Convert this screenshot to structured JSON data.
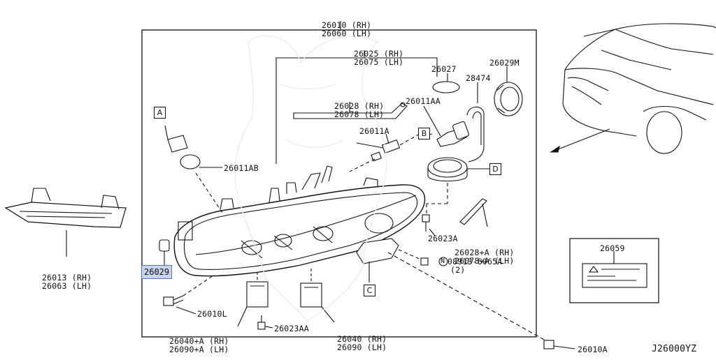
{
  "diagram_code": "J26000YZ",
  "labels": {
    "assembly_top": [
      "26010 (RH)",
      "26060 (LH)"
    ],
    "housing": [
      "26025 (RH)",
      "26075 (LH)"
    ],
    "part_26027": "26027",
    "part_28474": "28474",
    "part_26029M": "26029M",
    "strip_upper": [
      "26028 (RH)",
      "26078 (LH)"
    ],
    "part_26011AA": "26011AA",
    "part_26011A": "26011A",
    "part_26011AB": "26011AB",
    "part_26023A": "26023A",
    "strip_lower": [
      "26028+A (RH)",
      "26078+A (LH)"
    ],
    "part_08913": "08913-6065A",
    "part_08913_qty": "(2)",
    "part_08913_prefix": "N",
    "part_26059": "26059",
    "bracket": [
      "26013 (RH)",
      "26063 (LH)"
    ],
    "part_26029": "26029",
    "part_26010L": "26010L",
    "socket_left": [
      "26040+A (RH)",
      "26090+A (LH)"
    ],
    "part_26023AA": "26023AA",
    "socket_right": [
      "26040 (RH)",
      "26090 (LH)"
    ],
    "part_26010A": "26010A"
  },
  "callouts": {
    "A": "A",
    "B": "B",
    "C": "C",
    "D": "D"
  },
  "highlight_color": "#c9d3ee"
}
